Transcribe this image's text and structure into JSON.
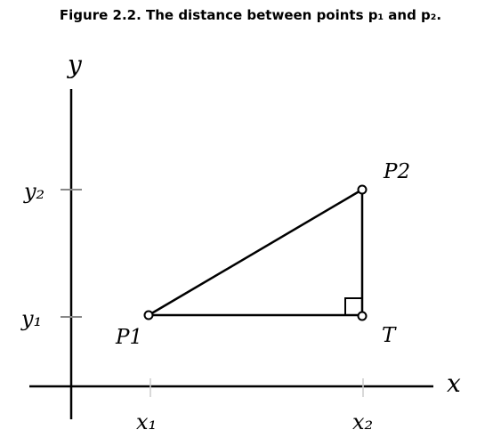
{
  "figure": {
    "title": "Figure 2.2. The distance between points p₁ and p₂."
  },
  "axes": {
    "x_label": "x",
    "y_label": "y",
    "x_ticks": [
      "x₁",
      "x₂"
    ],
    "y_ticks": [
      "y₁",
      "y₂"
    ]
  },
  "points": {
    "p1": "P1",
    "p2": "P2",
    "t": "T"
  },
  "colors": {
    "stroke": "#000000",
    "tick": "#888888",
    "grid_tick": "#cccccc"
  }
}
